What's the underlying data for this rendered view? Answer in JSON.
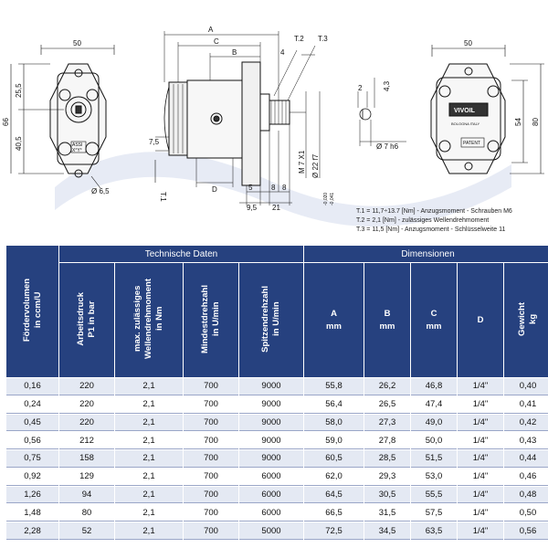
{
  "drawing": {
    "front": {
      "width": "50",
      "h_top": "25,5",
      "h_bottom": "40,5",
      "h_total": "66",
      "hole": "Ø 6,5",
      "plate1": "ASSI",
      "plate2": "X°Y°"
    },
    "side": {
      "A": "A",
      "B": "B",
      "C": "C",
      "D": "D",
      "T1": "T.1",
      "T2": "T.2",
      "T3": "T.3",
      "d4": "4",
      "d5": "5",
      "d8a": "8",
      "d8b": "8",
      "d95": "9,5",
      "d21": "21",
      "d75": "7,5",
      "thread": "M 7 X1",
      "shaft": "Ø 22 f7",
      "tol1": "-0,020",
      "tol2": "-0,041"
    },
    "key": {
      "d2": "2",
      "d43": "4,3",
      "shaft": "Ø 7 h6"
    },
    "rear": {
      "width": "50",
      "h54": "54",
      "h80": "80",
      "brand": "VIVOIL",
      "sub": "BOLOGNA ITALY",
      "patent": "PATENT"
    }
  },
  "notes": [
    "T.1 = 11,7÷13.7 [Nm] - Anzugsmoment - Schrauben M6",
    "T.2 = 2,1 [Nm] - zulässiges Wellendrehmoment",
    "T.3 = 11,5 [Nm] - Anzugsmoment - Schlüsselweite 11"
  ],
  "table": {
    "group_tech": "Technische Daten",
    "group_dim": "Dimensionen",
    "columns": [
      "Fördervolumen\nin ccm/U",
      "Arbeitsdruck\nP1 in bar",
      "max. zulässiges\nWellendrehmoment\nin Nm",
      "Mindestdrehzahl\nin U/min",
      "Spitzendrehzahl\nin U/min",
      "A\nmm",
      "B\nmm",
      "C\nmm",
      "D",
      "Gewicht\nkg"
    ],
    "rows": [
      [
        "0,16",
        "220",
        "2,1",
        "700",
        "9000",
        "55,8",
        "26,2",
        "46,8",
        "1/4\"",
        "0,40"
      ],
      [
        "0,24",
        "220",
        "2,1",
        "700",
        "9000",
        "56,4",
        "26,5",
        "47,4",
        "1/4\"",
        "0,41"
      ],
      [
        "0,45",
        "220",
        "2,1",
        "700",
        "9000",
        "58,0",
        "27,3",
        "49,0",
        "1/4\"",
        "0,42"
      ],
      [
        "0,56",
        "212",
        "2,1",
        "700",
        "9000",
        "59,0",
        "27,8",
        "50,0",
        "1/4\"",
        "0,43"
      ],
      [
        "0,75",
        "158",
        "2,1",
        "700",
        "9000",
        "60,5",
        "28,5",
        "51,5",
        "1/4\"",
        "0,44"
      ],
      [
        "0,92",
        "129",
        "2,1",
        "700",
        "6000",
        "62,0",
        "29,3",
        "53,0",
        "1/4\"",
        "0,46"
      ],
      [
        "1,26",
        "94",
        "2,1",
        "700",
        "6000",
        "64,5",
        "30,5",
        "55,5",
        "1/4\"",
        "0,48"
      ],
      [
        "1,48",
        "80",
        "2,1",
        "700",
        "6000",
        "66,5",
        "31,5",
        "57,5",
        "1/4\"",
        "0,50"
      ],
      [
        "2,28",
        "52",
        "2,1",
        "700",
        "5000",
        "72,5",
        "34,5",
        "63,5",
        "1/4\"",
        "0,56"
      ]
    ]
  }
}
